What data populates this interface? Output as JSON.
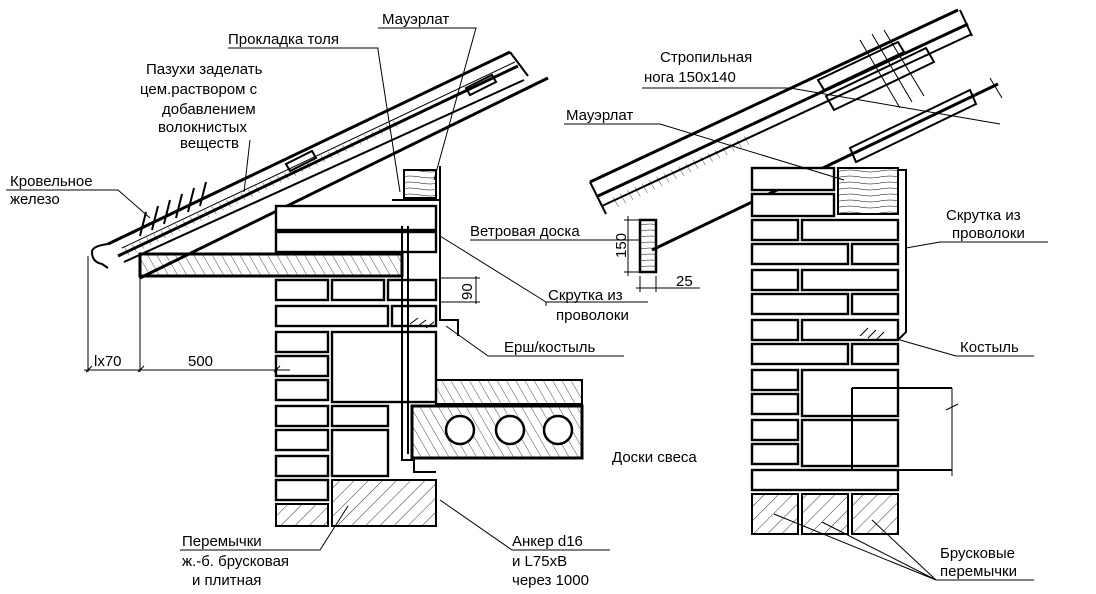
{
  "labels": {
    "mauerlat_left": "Мауэрлат",
    "tol_pad": "Прокладка толя",
    "pazukhi": [
      "Пазухи заделать",
      "цем.раствором с",
      "добавлением",
      "волокнистых",
      "веществ"
    ],
    "roof_iron": [
      "Кровельное",
      "железо"
    ],
    "wire_twist_left": [
      "Скрутка из",
      "проволоки"
    ],
    "ruff_spike": "Ерш/костыль",
    "overhang_boards": "Доски свеса",
    "lintels_left": [
      "Перемычки",
      "ж.-б. брусковая",
      "и плитная"
    ],
    "anchor": [
      "Анкер d16",
      "и L75xB",
      "через 1000"
    ],
    "rafter": [
      "Стропильная",
      "нога 150х140"
    ],
    "mauerlat_right": "Мауэрлат",
    "wind_board": "Ветровая доска",
    "wire_twist_right": [
      "Скрутка из",
      "проволоки"
    ],
    "spike": "Костыль",
    "bar_lintels": [
      "Брусковые",
      "перемычки"
    ]
  },
  "dimensions": {
    "d90": "90",
    "d150": "150",
    "d25": "25",
    "lx70": "lx70",
    "d500": "500"
  }
}
